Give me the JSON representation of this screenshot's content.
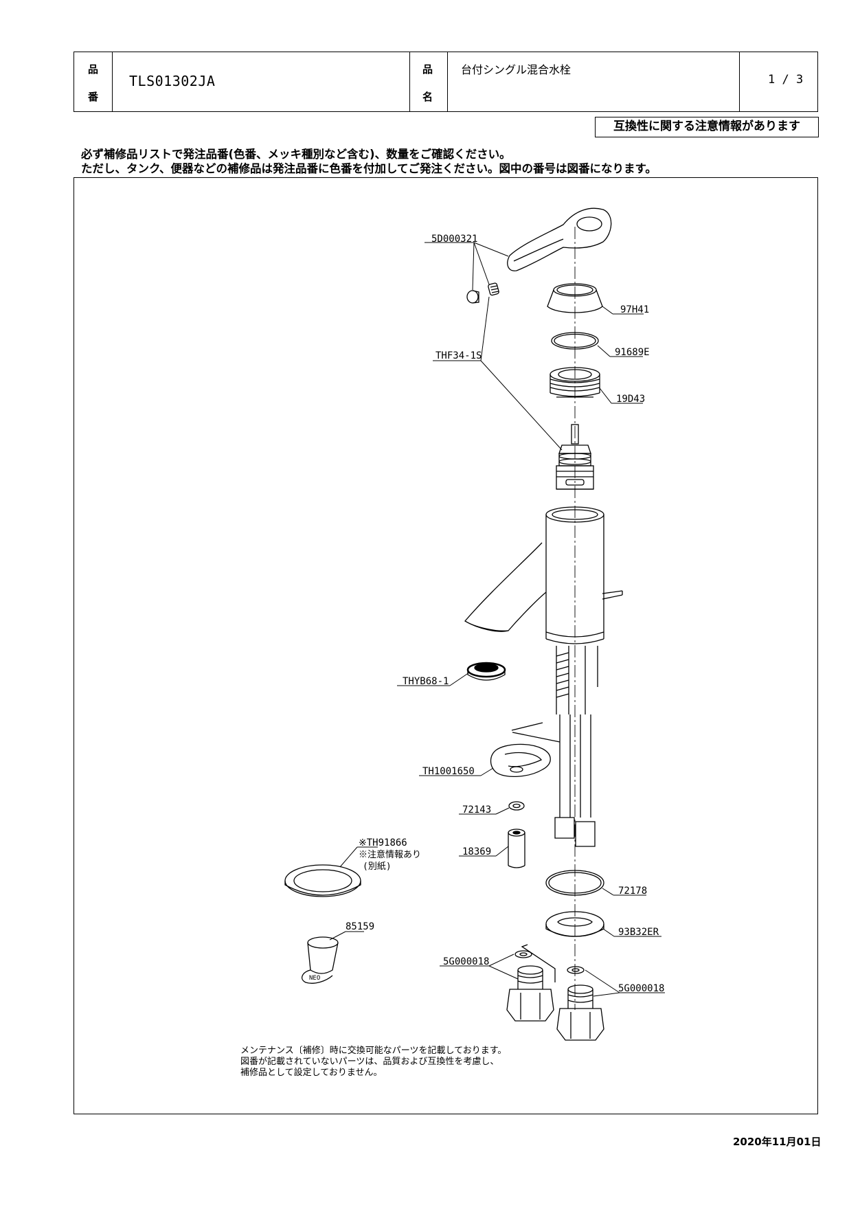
{
  "header": {
    "part_number_kanji": [
      "品",
      "番"
    ],
    "part_number": "TLS01302JA",
    "product_name_kanji": [
      "品",
      "名"
    ],
    "product_name": "台付シングル混合水栓",
    "page": "1 / 3"
  },
  "notice": "互換性に関する注意情報があります",
  "instructions": [
    "必ず補修品リストで発注品番(色番、メッキ種別など含む)、数量をご確認ください。",
    "ただし、タンク、便器などの補修品は発注品番に色番を付加してご発注ください。図中の番号は図番になります。"
  ],
  "parts": {
    "handle": "5D000321",
    "cap": "97H41",
    "oring": "91689E",
    "nut": "19D43",
    "cartridge": "THF34-1S",
    "aerator": "THYB68-1",
    "bracket": "TH1001650",
    "washer": "72143",
    "spacer": "18369",
    "gasket_opt": "※TH91866",
    "gasket_note1": "※注意情報あり",
    "gasket_note2": "(別紙)",
    "tool": "85159",
    "base_oring": "72178",
    "base_plate": "93B32ER",
    "union_left": "5G000018",
    "union_right": "5G000018"
  },
  "maintenance_note": [
    "メンテナンス〔補修〕時に交換可能なパーツを記載しております。",
    "図番が記載されていないパーツは、品質および互換性を考慮し、",
    "補修品として設定しておりません。"
  ],
  "date": "2020年11月01日"
}
